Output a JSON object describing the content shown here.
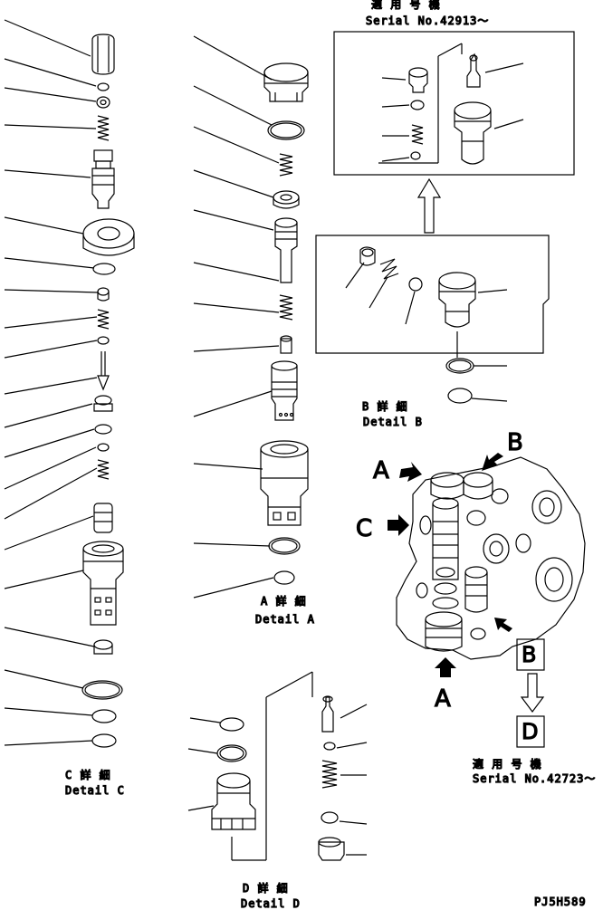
{
  "diagram": {
    "detail_c": {
      "jp": "C 詳 細",
      "en": "Detail C"
    },
    "detail_a": {
      "jp": "A 詳 細",
      "en": "Detail A"
    },
    "detail_b": {
      "jp": "B 詳 細",
      "en": "Detail B"
    },
    "detail_d": {
      "jp": "D 詳 細",
      "en": "Detail D"
    },
    "serial_top": {
      "jp": "適 用 号 機",
      "en": "Serial No.42913～"
    },
    "serial_bottom": {
      "jp": "適 用 号 機",
      "en": "Serial No.42723～"
    },
    "view_labels": {
      "a_upper": "A",
      "a_lower": "A",
      "b": "B",
      "c": "C"
    },
    "box_labels": {
      "b": "B",
      "d": "D"
    },
    "drawing_code": "PJ5H589"
  }
}
